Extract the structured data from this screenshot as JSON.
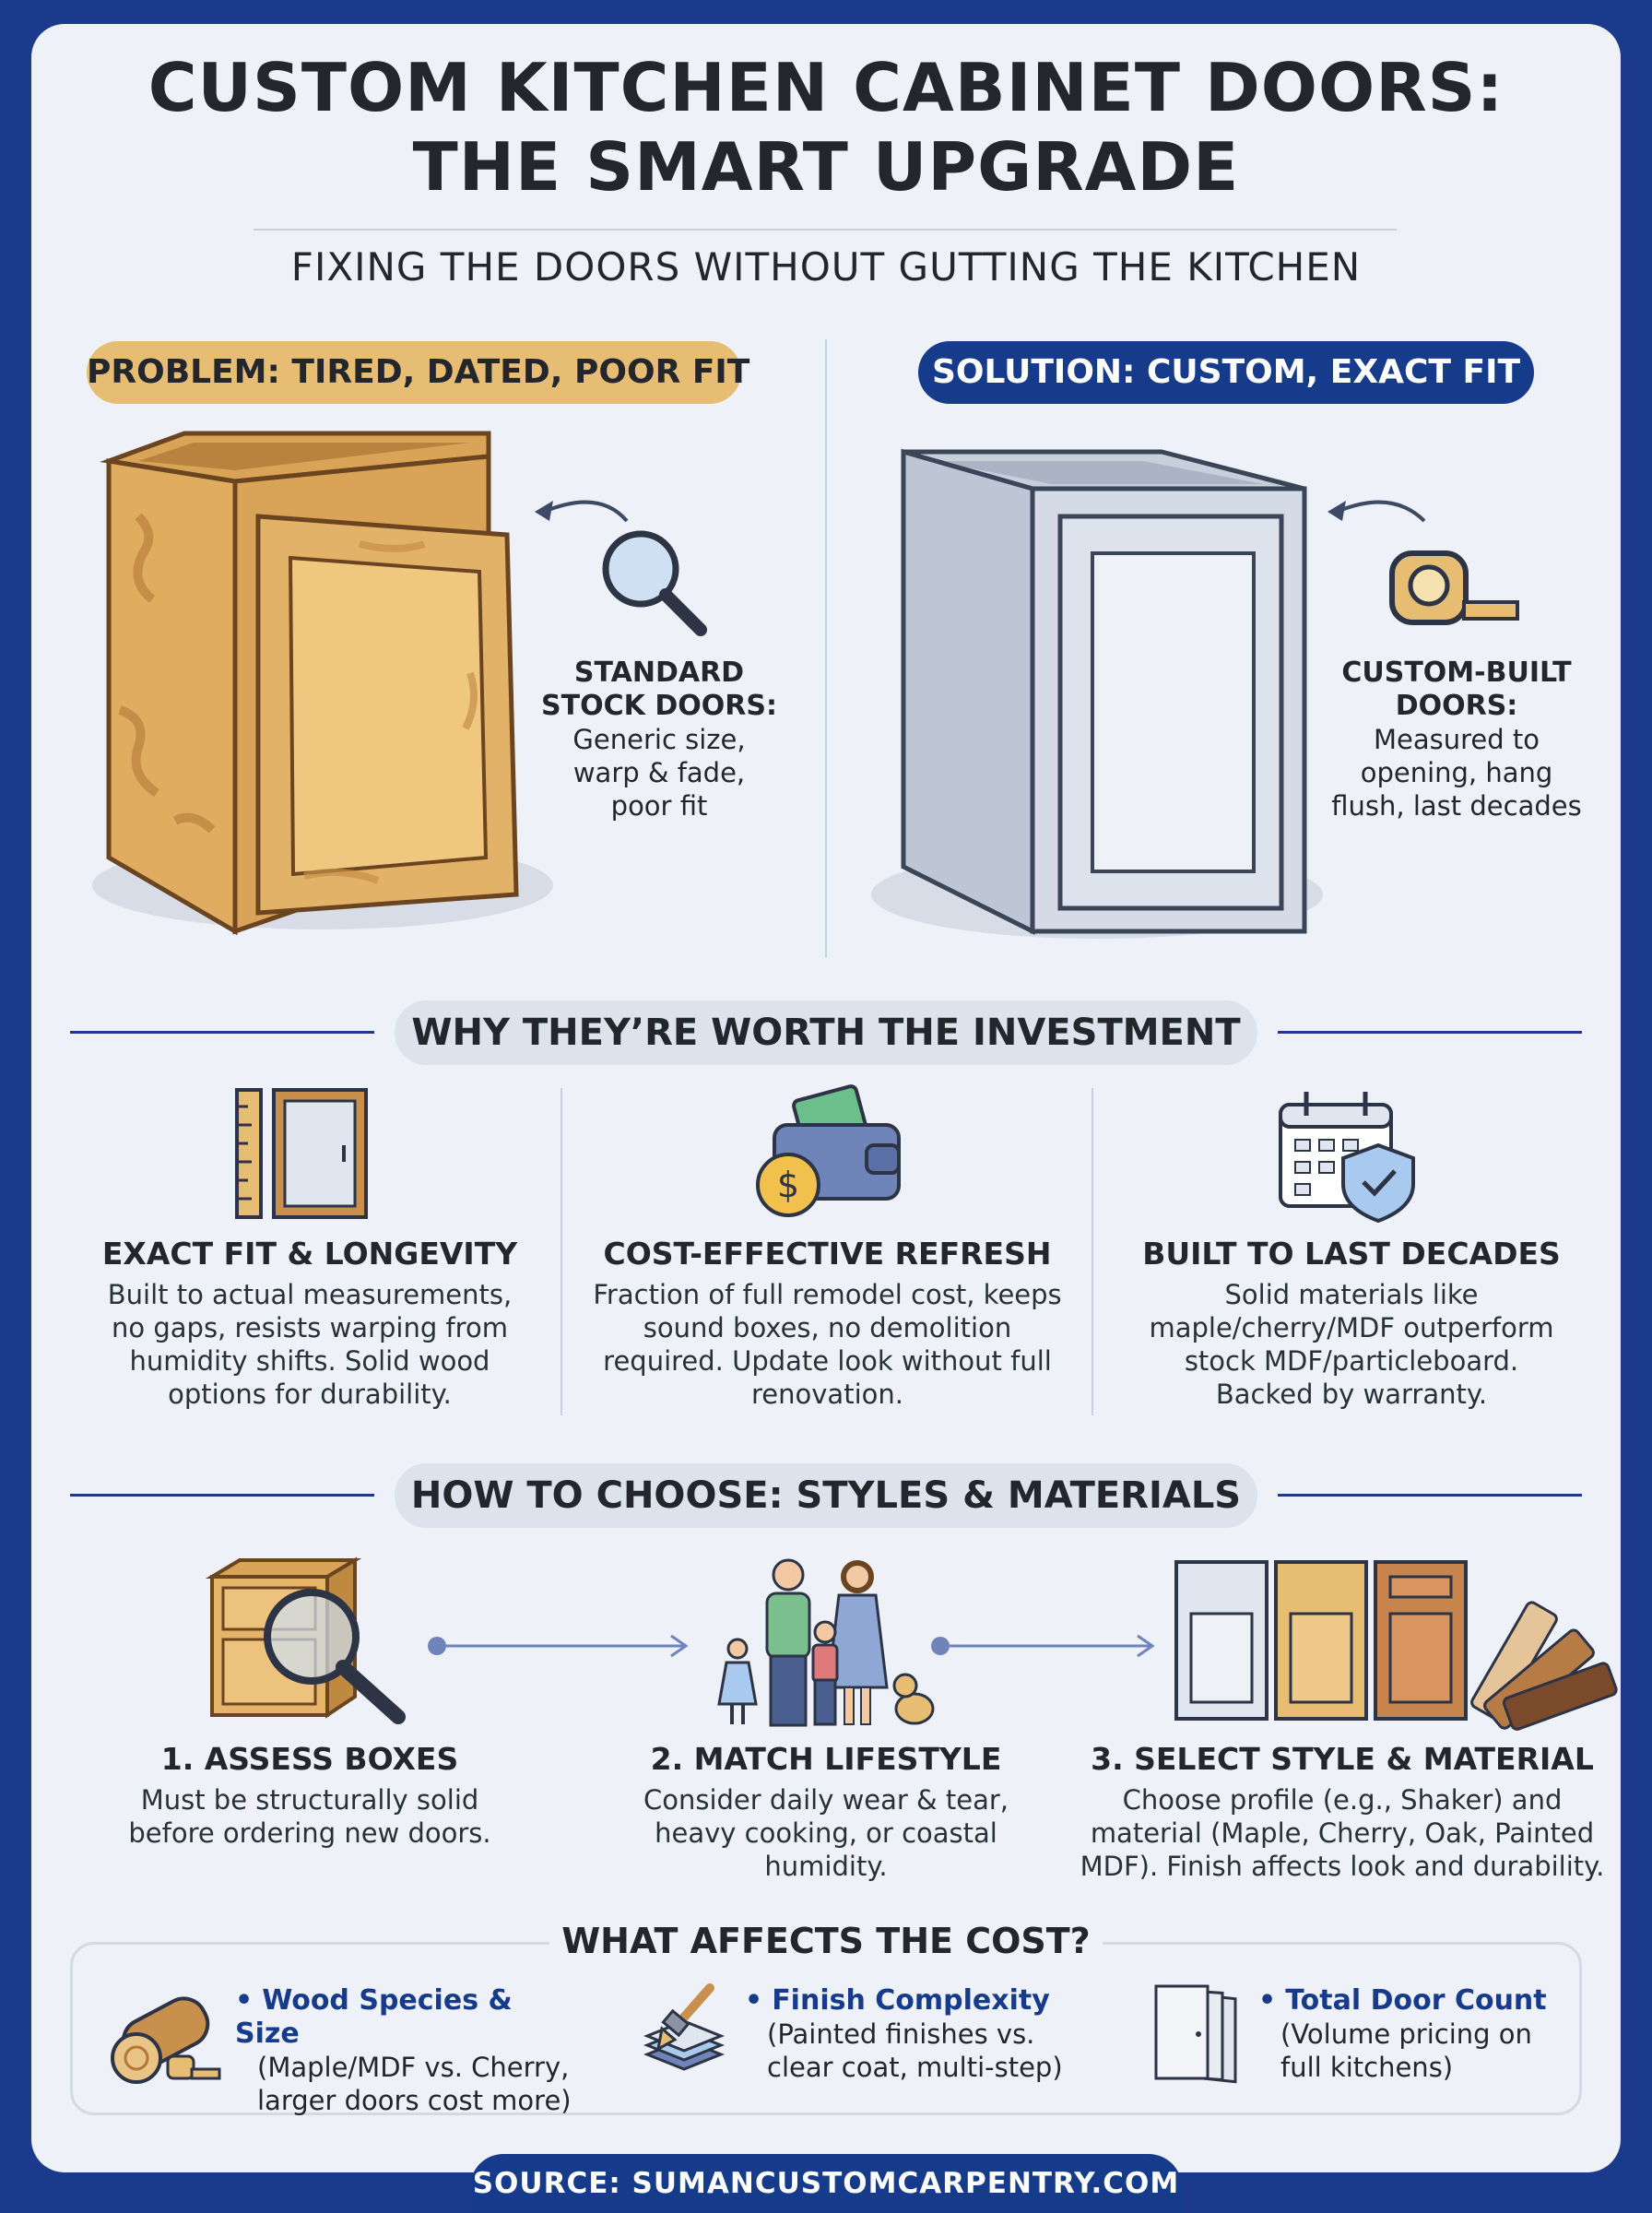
{
  "header": {
    "title_line1": "CUSTOM KITCHEN CABINET DOORS:",
    "title_line2": "THE SMART UPGRADE",
    "subtitle": "FIXING THE DOORS WITHOUT GUTTING THE KITCHEN"
  },
  "comparison": {
    "problem": {
      "label": "PROBLEM: TIRED, DATED, POOR FIT",
      "icon": "magnifying-glass-icon",
      "caption_title_lines": [
        "STANDARD",
        "STOCK DOORS:"
      ],
      "caption_lines": [
        "Generic size,",
        "warp & fade,",
        "poor fit"
      ],
      "color": "#e7bd73"
    },
    "solution": {
      "label": "SOLUTION: CUSTOM, EXACT FIT",
      "icon": "tape-measure-icon",
      "caption_title_lines": [
        "CUSTOM-BUILT",
        "DOORS:"
      ],
      "caption_lines": [
        "Measured to",
        "opening, hang",
        "flush, last decades"
      ],
      "color": "#173b8b"
    }
  },
  "why": {
    "heading": "WHY THEY’RE WORTH THE INVESTMENT",
    "items": [
      {
        "icon": "ruler-door-icon",
        "title": "EXACT FIT & LONGEVITY",
        "lines": [
          "Built to actual measurements,",
          "no gaps, resists warping from",
          "humidity shifts. Solid wood",
          "options for durability."
        ]
      },
      {
        "icon": "wallet-dollar-icon",
        "title": "COST-EFFECTIVE REFRESH",
        "lines": [
          "Fraction of full remodel cost, keeps",
          "sound boxes, no demolition",
          "required. Update look without full",
          "renovation."
        ]
      },
      {
        "icon": "calendar-shield-icon",
        "title": "BUILT TO LAST DECADES",
        "lines": [
          "Solid materials like",
          "maple/cherry/MDF outperform",
          "stock MDF/particleboard.",
          "Backed by warranty."
        ]
      }
    ]
  },
  "how": {
    "heading": "HOW TO CHOOSE: STYLES & MATERIALS",
    "steps": [
      {
        "icon": "cabinet-inspect-icon",
        "title": "1. ASSESS BOXES",
        "lines": [
          "Must be structurally solid",
          "before ordering new doors."
        ]
      },
      {
        "icon": "family-icon",
        "title": "2. MATCH LIFESTYLE",
        "lines": [
          "Consider daily wear & tear,",
          "heavy cooking, or coastal",
          "humidity."
        ]
      },
      {
        "icon": "door-samples-icon",
        "title": "3. SELECT STYLE & MATERIAL",
        "lines": [
          "Choose profile (e.g., Shaker) and",
          "material (Maple, Cherry, Oak, Painted",
          "MDF). Finish affects look and durability."
        ]
      }
    ]
  },
  "cost": {
    "heading": "WHAT AFFECTS THE COST?",
    "items": [
      {
        "icon": "log-tape-icon",
        "title": "Wood Species & Size",
        "lines": [
          "(Maple/MDF vs. Cherry,",
          "larger doors cost more)"
        ]
      },
      {
        "icon": "paintbrush-layers-icon",
        "title": "Finish Complexity",
        "lines": [
          "(Painted finishes vs.",
          "clear coat, multi-step)"
        ]
      },
      {
        "icon": "doors-stack-icon",
        "title": "Total Door Count",
        "lines": [
          "(Volume pricing on",
          "full kitchens)"
        ]
      }
    ]
  },
  "footer": {
    "source": "SOURCE: SUMANCUSTOMCARPENTRY.COM"
  },
  "colors": {
    "navy": "#173b8b",
    "gold": "#e7bd73",
    "background": "#eef1f7"
  }
}
